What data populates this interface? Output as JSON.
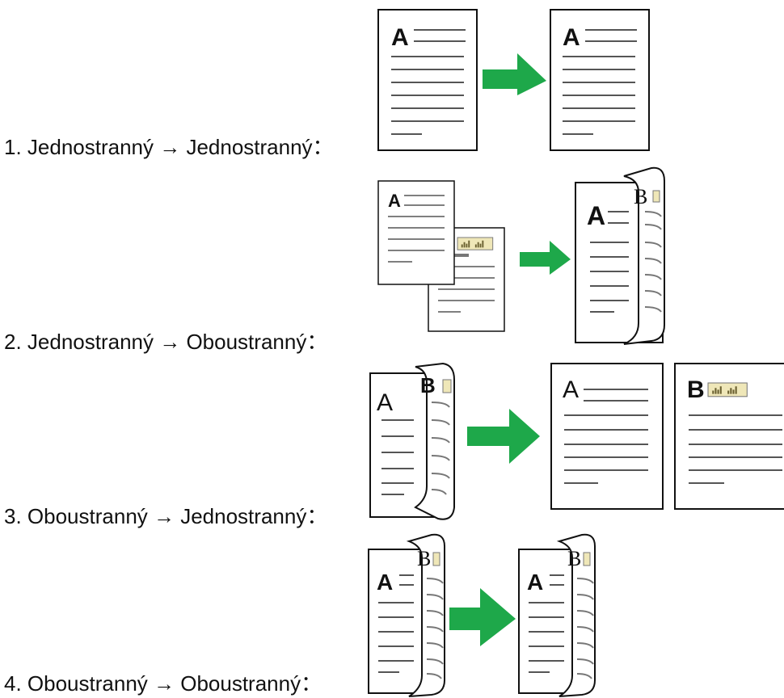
{
  "captions": [
    "1. Jednostranný → Jednostranný：",
    "2. Jednostranný → Oboustranný：",
    "3. Oboustranný → Jednostranný：",
    "4. Oboustranný → Oboustranný："
  ],
  "page_letters": {
    "front": "A",
    "back": "B"
  },
  "colors": {
    "arrow": "#1ea84a",
    "ink": "#111111",
    "lines": "#555555",
    "chart_badge": "#efe7b8"
  },
  "icons": [
    "page-icon",
    "duplex-page-icon",
    "arrow-right-icon",
    "bar-chart-badge-icon"
  ]
}
